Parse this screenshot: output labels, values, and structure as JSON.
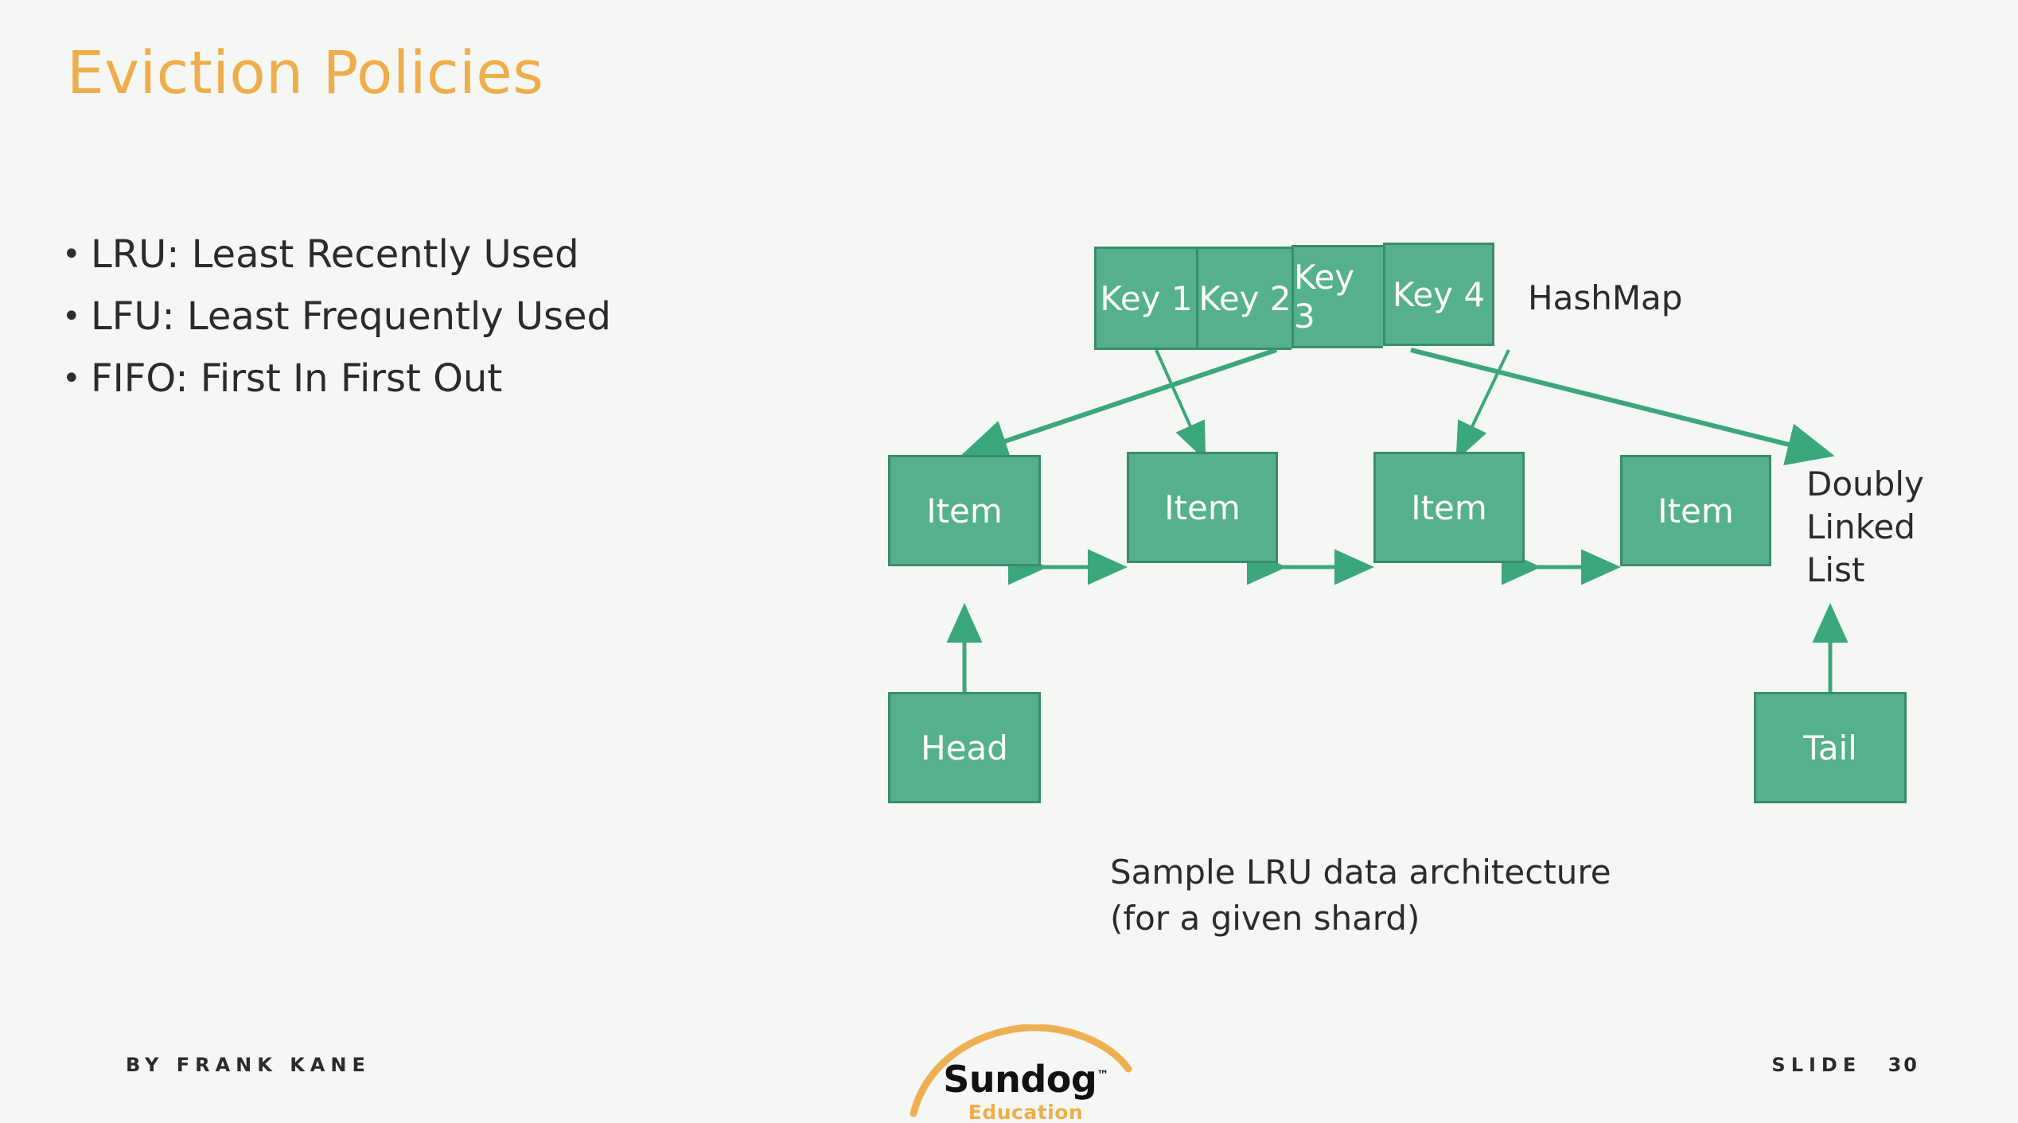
{
  "slide": {
    "title": "Eviction Policies",
    "accent_color": "#f0ad4b",
    "background_color": "#f5f7f5",
    "node_fill": "#54b18b",
    "node_border": "#3a8d6c",
    "arrow_color": "#3aa87a"
  },
  "bullets": [
    {
      "marker": "•",
      "text": "LRU: Least Recently Used"
    },
    {
      "marker": "•",
      "text": "LFU: Least Frequently Used"
    },
    {
      "marker": "•",
      "text": "FIFO: First In First Out"
    }
  ],
  "diagram": {
    "hashmap": {
      "label": "HashMap",
      "cells": [
        {
          "label": "Key 1"
        },
        {
          "label": "Key 2"
        },
        {
          "label": "Key 3"
        },
        {
          "label": "Key 4"
        }
      ]
    },
    "linked_list": {
      "label": "Doubly Linked List",
      "label_lines": [
        "Doubly",
        "Linked",
        "List"
      ],
      "items": [
        {
          "label": "Item"
        },
        {
          "label": "Item"
        },
        {
          "label": "Item"
        },
        {
          "label": "Item"
        }
      ]
    },
    "pointers": [
      {
        "label": "Head"
      },
      {
        "label": "Tail"
      }
    ],
    "caption_lines": [
      "Sample LRU data architecture",
      "(for a given shard)"
    ]
  },
  "footer": {
    "author": "BY FRANK KANE",
    "slide_word": "SLIDE",
    "slide_number": "30"
  },
  "logo": {
    "brand": "Sundog",
    "trademark": "™",
    "sub": "Education"
  }
}
